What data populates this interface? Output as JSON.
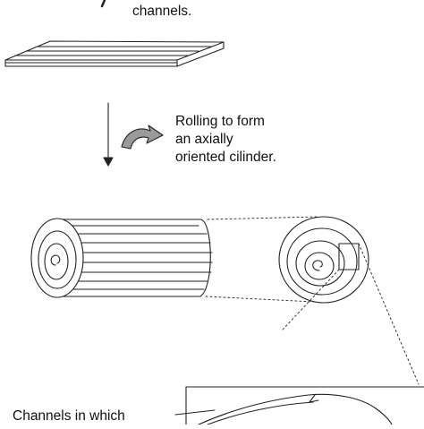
{
  "captions": {
    "top": "channels.",
    "roll_lines": [
      "Rolling to form",
      "an axially",
      "oriented cilinder."
    ],
    "bottom": "Channels in which"
  },
  "colors": {
    "stroke": "#222222",
    "arrow_fill": "#9a9a9a",
    "background": "#ffffff"
  }
}
